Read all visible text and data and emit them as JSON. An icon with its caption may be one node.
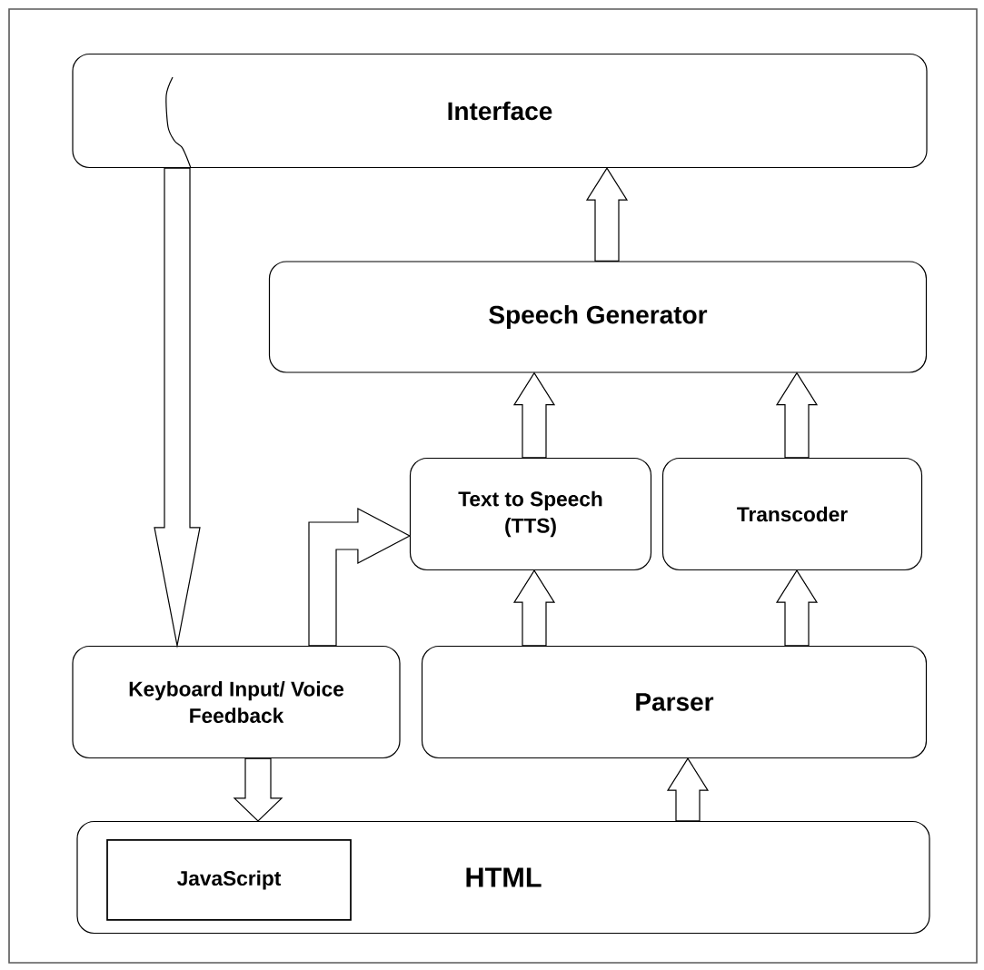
{
  "diagram": {
    "nodes": [
      {
        "text": [
          "Interface"
        ]
      },
      {
        "text": [
          "Speech Generator"
        ]
      },
      {
        "text": [
          "Text to Speech (TTS)"
        ]
      },
      {
        "text": [
          "Transcoder"
        ]
      },
      {
        "text": [
          "Keyboard Input/ Voice Feedback"
        ]
      },
      {
        "text": [
          "Parser"
        ]
      },
      {
        "text": [
          "HTML"
        ]
      },
      {
        "text": [
          "JavaScript"
        ],
        "in": 6
      }
    ],
    "edges": [
      {
        "from": 0,
        "to": 4,
        "arrow": "to"
      },
      {
        "from": 1,
        "to": 0,
        "arrow": "to"
      },
      {
        "from": 2,
        "to": 1,
        "arrow": "to"
      },
      {
        "from": 3,
        "to": 1,
        "arrow": "to"
      },
      {
        "from": 4,
        "to": 2,
        "arrow": "to"
      },
      {
        "from": 5,
        "to": 2,
        "arrow": "to"
      },
      {
        "from": 5,
        "to": 3,
        "arrow": "to"
      },
      {
        "from": 4,
        "to": 6,
        "arrow": "to"
      },
      {
        "from": 6,
        "to": 5,
        "arrow": "to"
      }
    ]
  }
}
